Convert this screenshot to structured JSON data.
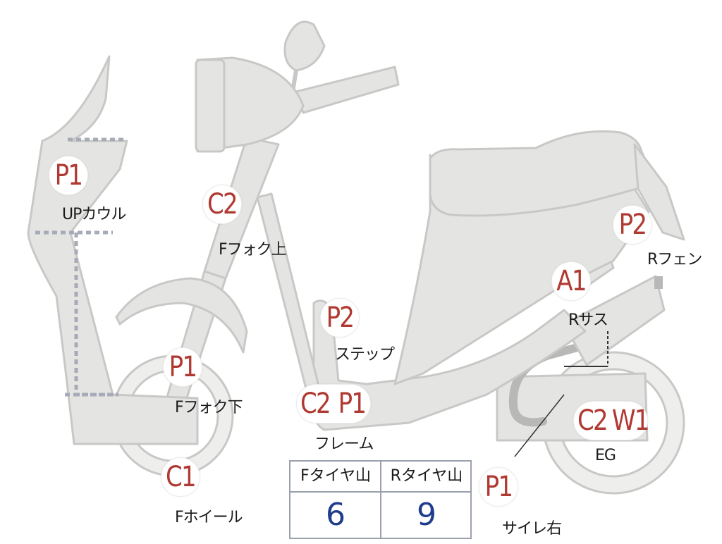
{
  "markers": [
    {
      "id": "up-cowl",
      "code": "P1",
      "label": "UPカウル"
    },
    {
      "id": "f-fork-upper",
      "code": "C2",
      "label": "Fフォク上"
    },
    {
      "id": "r-fender",
      "code": "P2",
      "label": "Rフェン"
    },
    {
      "id": "r-suspension",
      "code": "A1",
      "label": "Rサス"
    },
    {
      "id": "step",
      "code": "P2",
      "label": "ステップ"
    },
    {
      "id": "f-fork-lower",
      "code": "P1",
      "label": "Fフォク下"
    },
    {
      "id": "frame",
      "codes": [
        "C2",
        "P1"
      ],
      "label": "フレーム"
    },
    {
      "id": "engine",
      "codes": [
        "C2",
        "W1"
      ],
      "label": "EG"
    },
    {
      "id": "f-wheel",
      "code": "C1",
      "label": "Fホイール"
    },
    {
      "id": "muffler-right",
      "code": "P1",
      "label": "サイレ右"
    }
  ],
  "tire_table": {
    "headers": [
      "Fタイヤ山",
      "Rタイヤ山"
    ],
    "values": [
      "6",
      "9"
    ]
  },
  "colors": {
    "code_red": "#b03a32",
    "value_blue": "#1f3d8c",
    "body_gray": "#e4e4e2",
    "dash_blue_gray": "#a7abb8"
  }
}
